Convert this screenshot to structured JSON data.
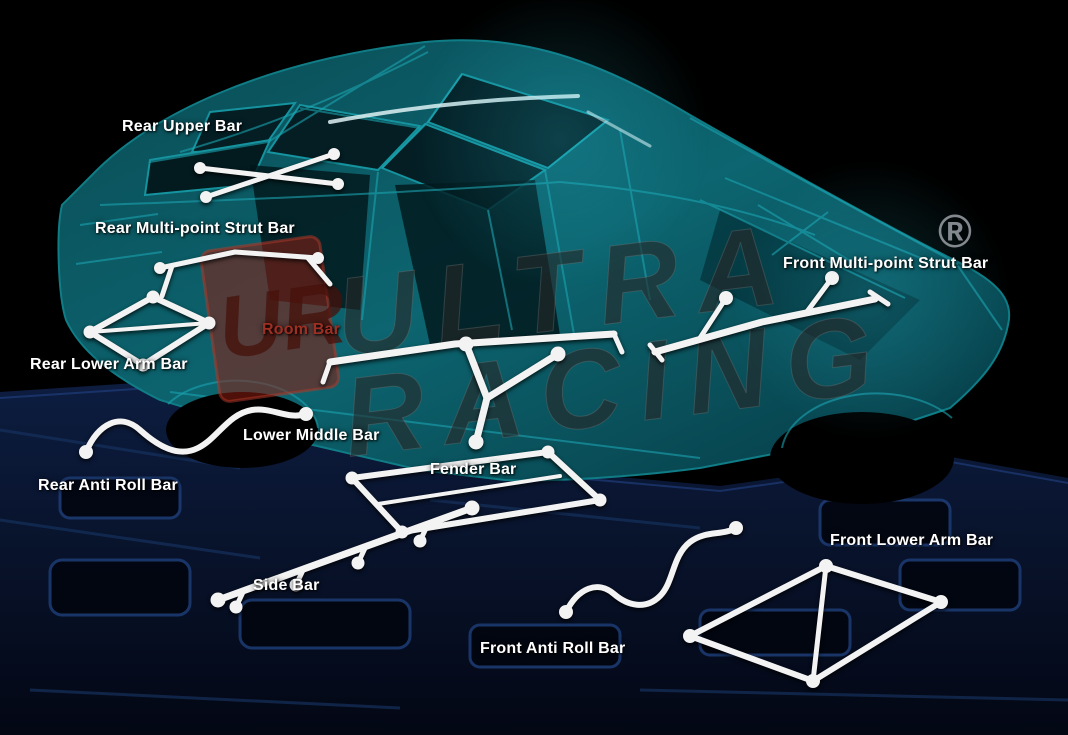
{
  "diagram": {
    "watermark": {
      "line1": "ULTRA",
      "line2": "RACING",
      "logo_monogram": "UR",
      "registered": "®"
    },
    "labels": [
      {
        "id": "rear-upper-bar",
        "text": "Rear Upper Bar"
      },
      {
        "id": "rear-multi-point-strut-bar",
        "text": "Rear Multi-point Strut Bar"
      },
      {
        "id": "front-multi-point-strut-bar",
        "text": "Front Multi-point Strut Bar"
      },
      {
        "id": "room-bar",
        "text": "Room Bar"
      },
      {
        "id": "rear-lower-arm-bar",
        "text": "Rear Lower Arm Bar"
      },
      {
        "id": "lower-middle-bar",
        "text": "Lower Middle Bar"
      },
      {
        "id": "fender-bar",
        "text": "Fender Bar"
      },
      {
        "id": "rear-anti-roll-bar",
        "text": "Rear Anti Roll Bar"
      },
      {
        "id": "side-bar",
        "text": "Side Bar"
      },
      {
        "id": "front-lower-arm-bar",
        "text": "Front Lower Arm Bar"
      },
      {
        "id": "front-anti-roll-bar",
        "text": "Front Anti Roll Bar"
      }
    ],
    "colors": {
      "background": "#000000",
      "car_shell": "#0c6570",
      "bars": "#f3f3f3",
      "platform_top": "#0d1d40",
      "label_text": "#ffffff",
      "room_bar_label": "#9e2f23",
      "watermark_text": "#2b2b2b",
      "logo_red": "#8e1d10",
      "registered_mark": "#8e949a"
    }
  }
}
